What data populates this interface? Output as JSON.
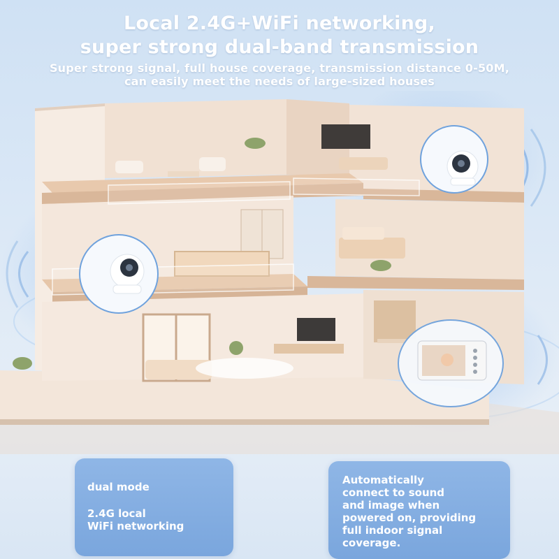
{
  "header": {
    "title_line1": "Local 2.4G+WiFi networking,",
    "title_line2": "super strong dual-band transmission",
    "subtitle_line1": "Super strong signal, full house coverage, transmission distance 0-50M,",
    "subtitle_line2": "can easily meet the needs of large-sized houses"
  },
  "illustration": {
    "devices": [
      "camera-icon",
      "camera-icon",
      "baby-monitor-icon"
    ],
    "colors": {
      "wall": "#f4e7dc",
      "floor": "#e8c9ad",
      "signal": "#6fa2dd"
    }
  },
  "features": {
    "left": {
      "line1": "dual mode",
      "line2": "2.4G local",
      "line3": "WiFi networking"
    },
    "right": {
      "lines": [
        "Automatically",
        "connect to sound",
        "and image when",
        "powered on, providing",
        "full indoor signal",
        "coverage."
      ]
    }
  }
}
